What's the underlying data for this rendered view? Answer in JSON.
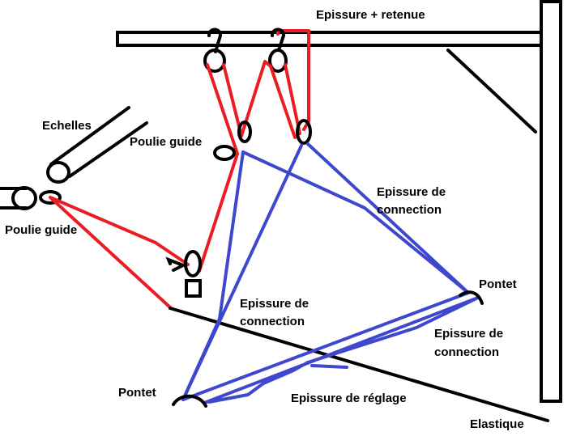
{
  "labels": {
    "epissure_retenue": "Epissure + retenue",
    "echelles": "Echelles",
    "poulie_guide_top": "Poulie guide",
    "poulie_guide_left": "Poulie guide",
    "epissure_connection_right_1": "Epissure de",
    "epissure_connection_right_2": "connection",
    "epissure_connection_center_1": "Epissure de",
    "epissure_connection_center_2": "connection",
    "epissure_connection_lower_1": "Epissure de",
    "epissure_connection_lower_2": "connection",
    "pontet_right": "Pontet",
    "pontet_left": "Pontet",
    "epissure_reglage": "Epissure de réglage",
    "elastique": "Elastique"
  },
  "colors": {
    "line": "#000000",
    "rope_red": "#ec1c24",
    "rope_blue": "#3f48cc",
    "background": "#ffffff"
  }
}
